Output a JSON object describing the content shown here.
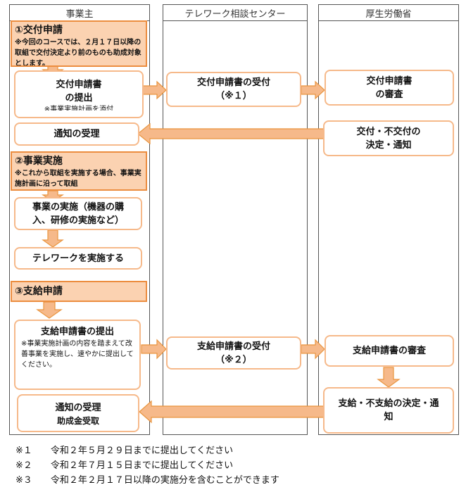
{
  "lanes": {
    "employer": "事業主",
    "telework_center": "テレワーク相談センター",
    "ministry": "厚生労働省"
  },
  "phase1": {
    "title": "①交付申請",
    "note": "※今回のコースでは、２月１７日以降の取組で交付決定より前のものも助成対象とします。"
  },
  "phase2": {
    "title": "②事業実施",
    "note": "※これから取組を実施する場合、事業実施計画に沿って取組"
  },
  "phase3": {
    "title": "③支給申請"
  },
  "boxes": {
    "grant_app_line1": "交付申請書",
    "grant_app_line2": "の提出",
    "grant_app_note": "※事業実施計画を添付",
    "center_receive1_line1": "交付申請書の受付",
    "center_receive1_line2": "（※１）",
    "ministry_review1_line1": "交付申請書",
    "ministry_review1_line2": "の審査",
    "notice_receive1": "通知の受理",
    "ministry_decision1_line1": "交付・不交付の",
    "ministry_decision1_line2": "決定・通知",
    "implement_line1": "事業の実施（機器の購",
    "implement_line2": "入、研修の実施など）",
    "telework": "テレワークを実施する",
    "payment_app_title": "支給申請書の提出",
    "payment_app_note": "※事業実施計画の内容を踏まえて改善事業を実施し、速やかに提出してください。",
    "center_receive2_line1": "支給申請書の受付",
    "center_receive2_line2": "（※２）",
    "ministry_review2": "支給申請書の審査",
    "ministry_decision2_line1": "支給・不支給の決定・通",
    "ministry_decision2_line2": "知",
    "notice_receive2_line1": "通知の受理",
    "notice_receive2_line2": "助成金受取"
  },
  "footnotes": [
    "※１　　令和２年５月２９日までに提出してください",
    "※２　　令和２年７月１５日までに提出してください",
    "※３　　令和２年２月１７日以降の実施分を含むことができます"
  ],
  "colors": {
    "arrow_fill": "#f6b98a",
    "arrow_stroke": "#e9953f",
    "phase_fill": "#fbd2b1",
    "box_border": "#f6b98a"
  }
}
